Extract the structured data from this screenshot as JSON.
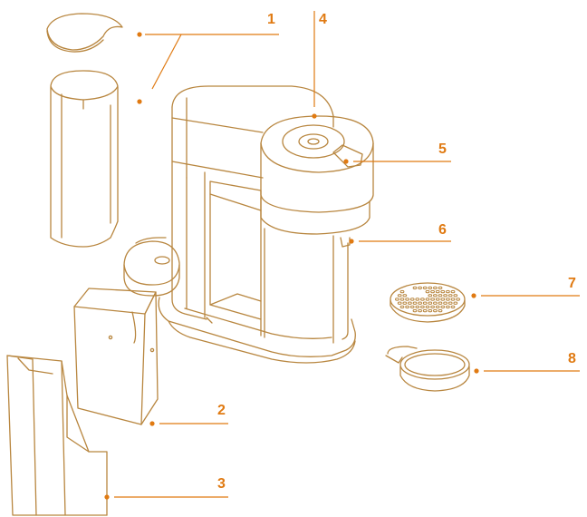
{
  "colors": {
    "outline": "#b8863f",
    "accent": "#e07a12",
    "background": "#ffffff"
  },
  "callouts": [
    {
      "id": "c1",
      "label": "1"
    },
    {
      "id": "c2",
      "label": "2"
    },
    {
      "id": "c3",
      "label": "3"
    },
    {
      "id": "c4",
      "label": "4"
    },
    {
      "id": "c5",
      "label": "5"
    },
    {
      "id": "c6",
      "label": "6"
    },
    {
      "id": "c7",
      "label": "7"
    },
    {
      "id": "c8",
      "label": "8"
    }
  ]
}
